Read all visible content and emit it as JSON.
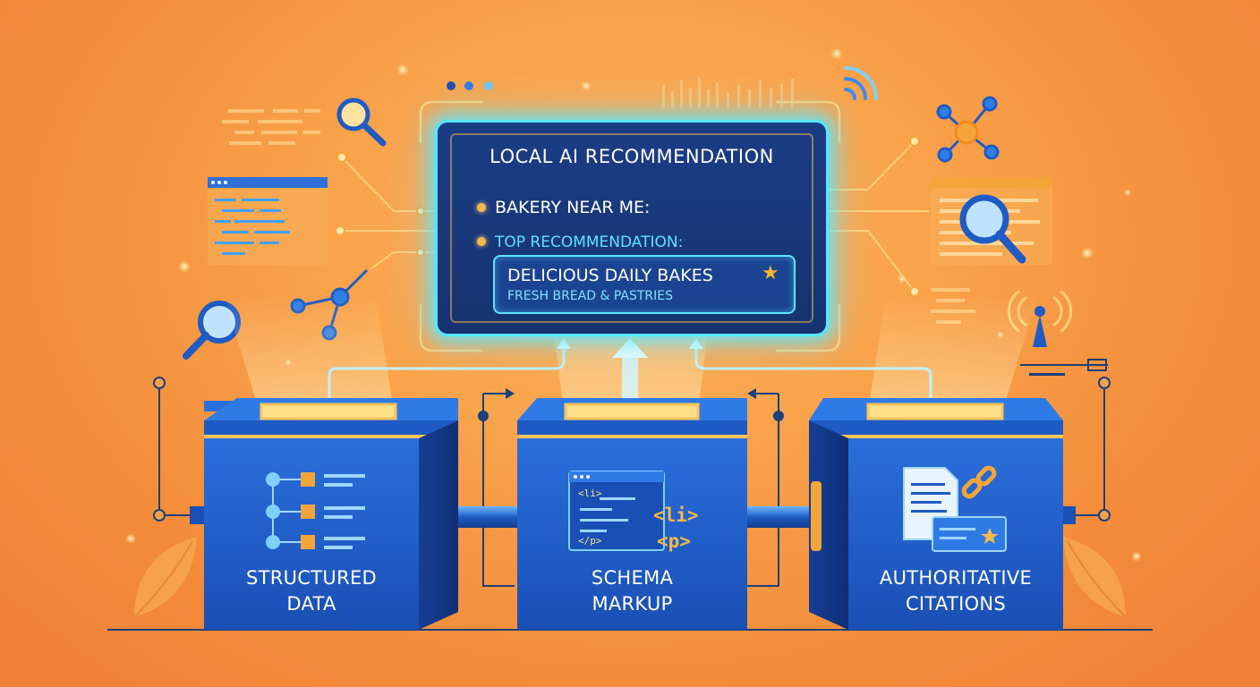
{
  "screen": {
    "title": "LOCAL AI RECOMMENDATION",
    "query": "BAKERY NEAR ME:",
    "top_label": "TOP RECOMMENDATION:",
    "recommendation": {
      "name": "DELICIOUS DAILY BAKES",
      "description": "FRESH BREAD & PASTRIES",
      "star": "★"
    }
  },
  "boxes": [
    {
      "line1": "STRUCTURED",
      "line2": "DATA",
      "icon": "hierarchy-list-icon"
    },
    {
      "line1": "SCHEMA",
      "line2": "MARKUP",
      "icon": "code-window-icon"
    },
    {
      "line1": "AUTHORITATIVE",
      "line2": "CITATIONS",
      "icon": "document-link-icon"
    }
  ],
  "code_tags": {
    "li_small": "<li>",
    "p_close": "</p>",
    "li_big": "<li>",
    "p_big": "<p>"
  },
  "colors": {
    "background": "#f79a45",
    "screen_glow": "#57e5ff",
    "box_blue": "#1f5bc4",
    "accent_gold": "#f4b94a",
    "circuit_line": "#1d3f7a"
  }
}
